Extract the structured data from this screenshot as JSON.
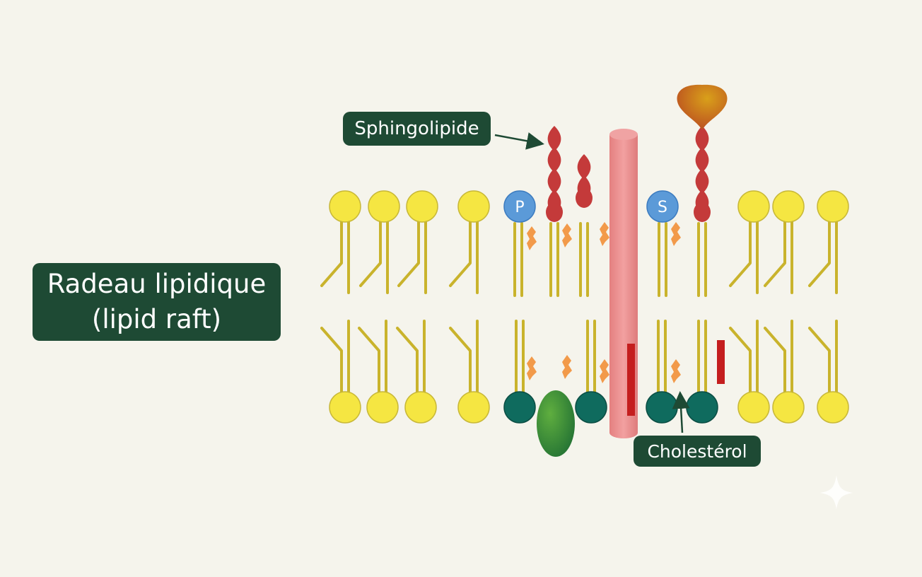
{
  "title": {
    "line1": "Radeau lipidique",
    "line2": "(lipid raft)"
  },
  "labels": {
    "sphingolipid": "Sphingolipide",
    "cholesterol": "Cholestérol"
  },
  "head_markers": {
    "phosphate": "P",
    "sphingo": "S"
  },
  "colors": {
    "background": "#f5f4ec",
    "label_bg": "#1e4a34",
    "phospholipid_head": "#f5e642",
    "raft_head": "#0f6b5e",
    "lipid_tail": "#c9b32c",
    "sphingolipid_chain": "#c43a3a",
    "cholesterol": "#f29a4a",
    "transmembrane_protein": "#e88a8a",
    "marker_head": "#5b9ad8",
    "peripheral_protein": "#2f8a36",
    "glycan": "#c7841a"
  }
}
